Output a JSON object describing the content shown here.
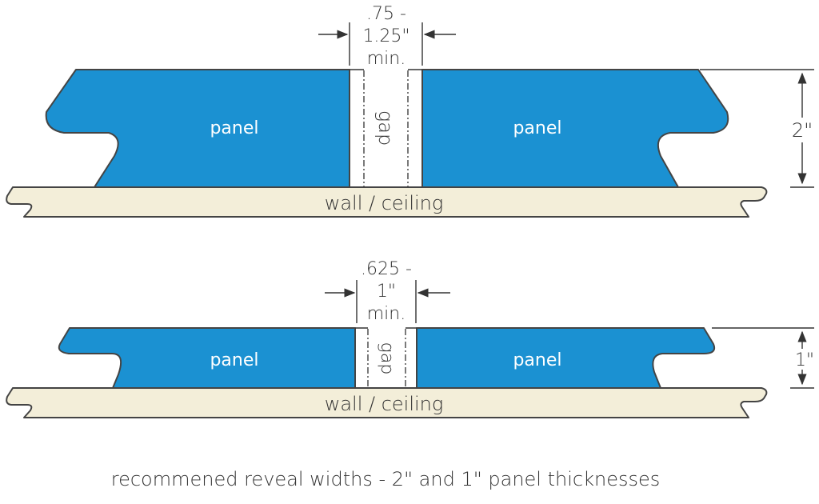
{
  "diagrams": [
    {
      "thickness_label": "2\"",
      "gap_dimension": [
        ".75 -",
        "1.25\"",
        "min."
      ],
      "gap_label": "gap",
      "panel_left_label": "panel",
      "panel_right_label": "panel",
      "wall_label": "wall / ceiling"
    },
    {
      "thickness_label": "1\"",
      "gap_dimension": [
        ".625 -",
        "1\"",
        "min."
      ],
      "gap_label": "gap",
      "panel_left_label": "panel",
      "panel_right_label": "panel",
      "wall_label": "wall / ceiling"
    }
  ],
  "caption": "recommened reveal widths - 2\" and 1\" panel thicknesses",
  "colors": {
    "panel": "#1b91d2",
    "wall": "#f3eed9",
    "outline": "#444444"
  }
}
